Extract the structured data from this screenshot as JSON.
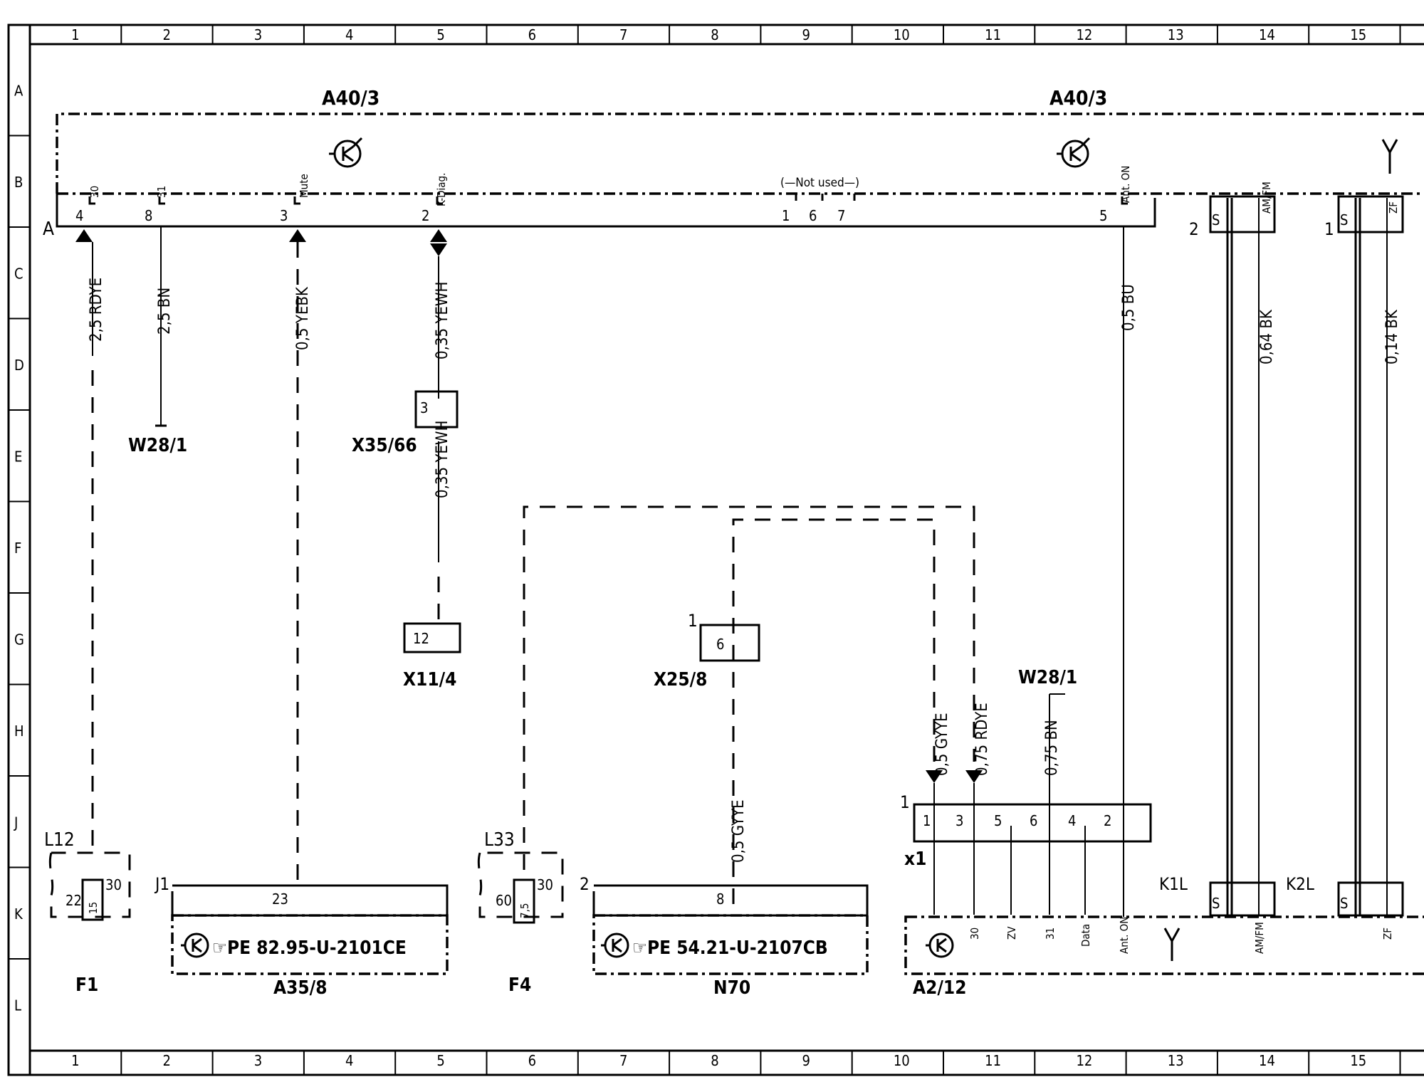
{
  "grid": {
    "columns": [
      "1",
      "2",
      "3",
      "4",
      "5",
      "6",
      "7",
      "8",
      "9",
      "10",
      "11",
      "12",
      "13",
      "14",
      "15"
    ],
    "rows": [
      "A",
      "B",
      "C",
      "D",
      "E",
      "F",
      "G",
      "H",
      "J",
      "K",
      "L"
    ]
  },
  "components": {
    "a40_left": "A40/3",
    "a40_right": "A40/3",
    "a40_frame": "A",
    "not_used": "(—Not used—)",
    "w28_top": "W28/1",
    "w28_mid": "W28/1",
    "x35": "X35/66",
    "x11": "X11/4",
    "x25": "X25/8",
    "f1": "F1",
    "f4": "F4",
    "a35": "A35/8",
    "n70": "N70",
    "a2": "A2/12",
    "x1": "x1",
    "j1": "J1",
    "l12": "L12",
    "l33": "L33",
    "k1l": "K1L",
    "k2l": "K2L"
  },
  "references": {
    "a35": "☞PE 82.95-U-2101CE",
    "n70": "☞PE 54.21-U-2107CB"
  },
  "pins": {
    "a40_4": "4",
    "a40_8": "8",
    "a40_3": "3",
    "a40_2": "2",
    "nu_1": "1",
    "nu_6": "6",
    "nu_7": "7",
    "a40_5": "5",
    "t30": "30",
    "t31": "31",
    "mute": "Mute",
    "kdiag": "K-Diag.",
    "anton": "Ant. ON",
    "amfm": "AM/FM",
    "zf": "ZF",
    "x35_3": "3",
    "x11_12": "12",
    "x25_6": "6",
    "x25_1": "1",
    "f1_22": "22",
    "f1_15": "15",
    "f1_30": "30",
    "f4_60": "60",
    "f4_75": "7,5",
    "f4_30": "30",
    "a35_23": "23",
    "n70_8": "8",
    "n70_2": "2",
    "x1_1": "1",
    "x1_3": "3",
    "x1_5": "5",
    "x1_6": "6",
    "x1_4": "4",
    "x1_2": "2",
    "x1_outer": "1",
    "a2_30": "30",
    "a2_zv": "ZV",
    "a2_31": "31",
    "a2_data": "Data",
    "a2_anton": "Ant. ON",
    "a2_amfm": "AM/FM",
    "a2_zf": "ZF",
    "s": "S",
    "coax2": "2",
    "coax1": "1"
  },
  "wires": {
    "w1": "2,5 RDYE",
    "w2": "2,5 BN",
    "w3": "0,5 YEBK",
    "w4": "0,35 YEWH",
    "w5": "0,35 YEWH",
    "w6": "0,5 BU",
    "w7": "0,64 BK",
    "w8": "0,14 BK",
    "w9": "0,5 GYYE",
    "w10": "0,5 GYYE",
    "w11": "0,75 RDYE",
    "w12": "0,75 BN"
  }
}
